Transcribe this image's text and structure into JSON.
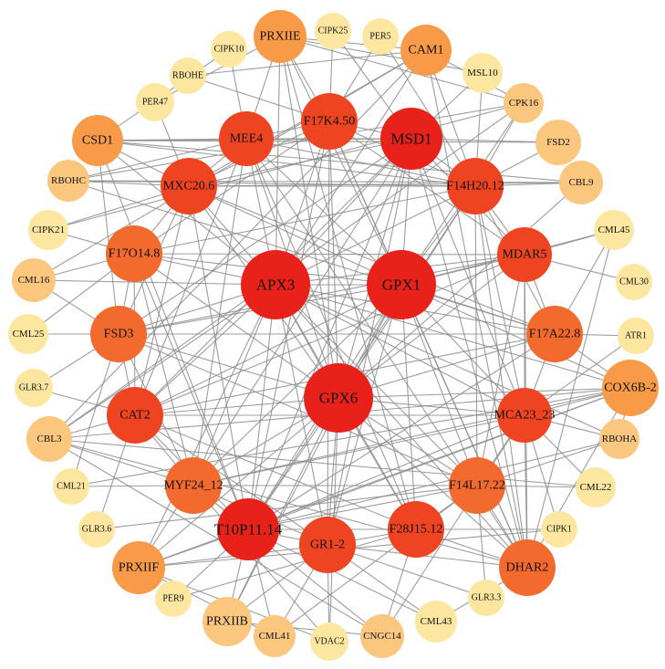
{
  "colors": {
    "edge": "#8c8c8c",
    "level_1": "#fde7a0",
    "level_2": "#fbc67e",
    "level_3": "#f89a47",
    "level_4": "#f26a2d",
    "level_5": "#ee4422",
    "level_6": "#e8221a"
  },
  "nodes": [
    {
      "id": "PRXIIE",
      "label": "PRXIIE",
      "level": 3
    },
    {
      "id": "CIPK25",
      "label": "CIPK25",
      "level": 1
    },
    {
      "id": "PER5",
      "label": "PER5",
      "level": 1
    },
    {
      "id": "CAM1",
      "label": "CAM1",
      "level": 3
    },
    {
      "id": "CIPK10",
      "label": "CIPK10",
      "level": 1
    },
    {
      "id": "MSL10",
      "label": "MSL10",
      "level": 1
    },
    {
      "id": "RBOHE",
      "label": "RBOHE",
      "level": 1
    },
    {
      "id": "CPK16",
      "label": "CPK16",
      "level": 2
    },
    {
      "id": "PER47",
      "label": "PER47",
      "level": 1
    },
    {
      "id": "F17K4.50",
      "label": "F17K4.50",
      "level": 5
    },
    {
      "id": "MEE4",
      "label": "MEE4",
      "level": 5
    },
    {
      "id": "MSD1",
      "label": "MSD1",
      "level": 6
    },
    {
      "id": "CSD1",
      "label": "CSD1",
      "level": 3
    },
    {
      "id": "FSD2",
      "label": "FSD2",
      "level": 2
    },
    {
      "id": "RBOHC",
      "label": "RBOHC",
      "level": 2
    },
    {
      "id": "MXC20.6",
      "label": "MXC20.6",
      "level": 5
    },
    {
      "id": "F14H20.12",
      "label": "F14H20.12",
      "level": 5
    },
    {
      "id": "CBL9",
      "label": "CBL9",
      "level": 2
    },
    {
      "id": "CIPK21",
      "label": "CIPK21",
      "level": 1
    },
    {
      "id": "CML45",
      "label": "CML45",
      "level": 1
    },
    {
      "id": "F17O14.8",
      "label": "F17O14.8",
      "level": 4
    },
    {
      "id": "MDAR5",
      "label": "MDAR5",
      "level": 5
    },
    {
      "id": "CML16",
      "label": "CML16",
      "level": 2
    },
    {
      "id": "APX3",
      "label": "APX3",
      "level": 6
    },
    {
      "id": "GPX1",
      "label": "GPX1",
      "level": 6
    },
    {
      "id": "CML30",
      "label": "CML30",
      "level": 1
    },
    {
      "id": "CML25",
      "label": "CML25",
      "level": 1
    },
    {
      "id": "FSD3",
      "label": "FSD3",
      "level": 4
    },
    {
      "id": "F17A22.8",
      "label": "F17A22.8",
      "level": 4
    },
    {
      "id": "ATR1",
      "label": "ATR1",
      "level": 1
    },
    {
      "id": "GLR3.7",
      "label": "GLR3.7",
      "level": 1
    },
    {
      "id": "GPX6",
      "label": "GPX6",
      "level": 6
    },
    {
      "id": "COX6B-2",
      "label": "COX6B-2",
      "level": 3
    },
    {
      "id": "CAT2",
      "label": "CAT2",
      "level": 5
    },
    {
      "id": "MCA23_23",
      "label": "MCA23_23",
      "level": 5
    },
    {
      "id": "CBL3",
      "label": "CBL3",
      "level": 2
    },
    {
      "id": "RBOHA",
      "label": "RBOHA",
      "level": 2
    },
    {
      "id": "MYF24_12",
      "label": "MYF24_12",
      "level": 4
    },
    {
      "id": "F14L17.22",
      "label": "F14L17.22",
      "level": 4
    },
    {
      "id": "CML22",
      "label": "CML22",
      "level": 1
    },
    {
      "id": "CML21",
      "label": "CML21",
      "level": 1
    },
    {
      "id": "GLR3.6",
      "label": "GLR3.6",
      "level": 1
    },
    {
      "id": "T10P11.14",
      "label": "T10P11.14",
      "level": 6
    },
    {
      "id": "GR1-2",
      "label": "GR1-2",
      "level": 5
    },
    {
      "id": "F28J15.12",
      "label": "F28J15.12",
      "level": 5
    },
    {
      "id": "CIPK1",
      "label": "CIPK1",
      "level": 1
    },
    {
      "id": "PRXIIF",
      "label": "PRXIIF",
      "level": 3
    },
    {
      "id": "DHAR2",
      "label": "DHAR2",
      "level": 4
    },
    {
      "id": "GLR3.3",
      "label": "GLR3.3",
      "level": 1
    },
    {
      "id": "PER9",
      "label": "PER9",
      "level": 1
    },
    {
      "id": "PRXIIB",
      "label": "PRXIIB",
      "level": 2
    },
    {
      "id": "CML41",
      "label": "CML41",
      "level": 2
    },
    {
      "id": "VDAC2",
      "label": "VDAC2",
      "level": 1
    },
    {
      "id": "CNGC14",
      "label": "CNGC14",
      "level": 2
    },
    {
      "id": "CML43",
      "label": "CML43",
      "level": 1
    }
  ],
  "edges": [
    [
      "APX3",
      "GPX1"
    ],
    [
      "APX3",
      "GPX6"
    ],
    [
      "GPX1",
      "GPX6"
    ],
    [
      "APX3",
      "MSD1"
    ],
    [
      "APX3",
      "MEE4"
    ],
    [
      "APX3",
      "F17K4.50"
    ],
    [
      "APX3",
      "MXC20.6"
    ],
    [
      "APX3",
      "F14H20.12"
    ],
    [
      "APX3",
      "F17O14.8"
    ],
    [
      "APX3",
      "FSD3"
    ],
    [
      "APX3",
      "CAT2"
    ],
    [
      "APX3",
      "MDAR5"
    ],
    [
      "APX3",
      "F17A22.8"
    ],
    [
      "APX3",
      "MCA23_23"
    ],
    [
      "APX3",
      "MYF24_12"
    ],
    [
      "APX3",
      "T10P11.14"
    ],
    [
      "APX3",
      "GR1-2"
    ],
    [
      "APX3",
      "F28J15.12"
    ],
    [
      "APX3",
      "F14L17.22"
    ],
    [
      "APX3",
      "DHAR2"
    ],
    [
      "APX3",
      "PRXIIE"
    ],
    [
      "APX3",
      "CSD1"
    ],
    [
      "APX3",
      "CAM1"
    ],
    [
      "APX3",
      "COX6B-2"
    ],
    [
      "APX3",
      "CBL3"
    ],
    [
      "APX3",
      "PRXIIF"
    ],
    [
      "APX3",
      "CML16"
    ],
    [
      "APX3",
      "RBOHA"
    ],
    [
      "GPX1",
      "MSD1"
    ],
    [
      "GPX1",
      "MEE4"
    ],
    [
      "GPX1",
      "F17K4.50"
    ],
    [
      "GPX1",
      "MXC20.6"
    ],
    [
      "GPX1",
      "F14H20.12"
    ],
    [
      "GPX1",
      "F17O14.8"
    ],
    [
      "GPX1",
      "FSD3"
    ],
    [
      "GPX1",
      "CAT2"
    ],
    [
      "GPX1",
      "MDAR5"
    ],
    [
      "GPX1",
      "F17A22.8"
    ],
    [
      "GPX1",
      "MCA23_23"
    ],
    [
      "GPX1",
      "MYF24_12"
    ],
    [
      "GPX1",
      "T10P11.14"
    ],
    [
      "GPX1",
      "GR1-2"
    ],
    [
      "GPX1",
      "F28J15.12"
    ],
    [
      "GPX1",
      "F14L17.22"
    ],
    [
      "GPX1",
      "DHAR2"
    ],
    [
      "GPX1",
      "PRXIIE"
    ],
    [
      "GPX1",
      "CPK16"
    ],
    [
      "GPX1",
      "CML45"
    ],
    [
      "GPX1",
      "COX6B-2"
    ],
    [
      "GPX1",
      "PRXIIB"
    ],
    [
      "GPX6",
      "MSD1"
    ],
    [
      "GPX6",
      "MEE4"
    ],
    [
      "GPX6",
      "F17K4.50"
    ],
    [
      "GPX6",
      "MXC20.6"
    ],
    [
      "GPX6",
      "F14H20.12"
    ],
    [
      "GPX6",
      "F17O14.8"
    ],
    [
      "GPX6",
      "FSD3"
    ],
    [
      "GPX6",
      "CAT2"
    ],
    [
      "GPX6",
      "MDAR5"
    ],
    [
      "GPX6",
      "F17A22.8"
    ],
    [
      "GPX6",
      "MCA23_23"
    ],
    [
      "GPX6",
      "MYF24_12"
    ],
    [
      "GPX6",
      "T10P11.14"
    ],
    [
      "GPX6",
      "GR1-2"
    ],
    [
      "GPX6",
      "F28J15.12"
    ],
    [
      "GPX6",
      "F14L17.22"
    ],
    [
      "GPX6",
      "DHAR2"
    ],
    [
      "GPX6",
      "PRXIIE"
    ],
    [
      "GPX6",
      "PRXIIF"
    ],
    [
      "GPX6",
      "PRXIIB"
    ],
    [
      "GPX6",
      "COX6B-2"
    ],
    [
      "GPX6",
      "VDAC2"
    ],
    [
      "GPX6",
      "CBL9"
    ],
    [
      "MSD1",
      "MEE4"
    ],
    [
      "MSD1",
      "F17K4.50"
    ],
    [
      "MSD1",
      "MXC20.6"
    ],
    [
      "MSD1",
      "F14H20.12"
    ],
    [
      "MSD1",
      "FSD3"
    ],
    [
      "MSD1",
      "CAT2"
    ],
    [
      "MSD1",
      "MDAR5"
    ],
    [
      "MSD1",
      "MCA23_23"
    ],
    [
      "MSD1",
      "T10P11.14"
    ],
    [
      "MSD1",
      "GR1-2"
    ],
    [
      "MSD1",
      "DHAR2"
    ],
    [
      "MSD1",
      "CSD1"
    ],
    [
      "MSD1",
      "FSD2"
    ],
    [
      "MSD1",
      "PRXIIF"
    ],
    [
      "MEE4",
      "F17K4.50"
    ],
    [
      "MEE4",
      "MXC20.6"
    ],
    [
      "MEE4",
      "F14H20.12"
    ],
    [
      "MEE4",
      "CAT2"
    ],
    [
      "MEE4",
      "MYF24_12"
    ],
    [
      "MEE4",
      "F28J15.12"
    ],
    [
      "MEE4",
      "PRXIIE"
    ],
    [
      "MEE4",
      "CSD1"
    ],
    [
      "MEE4",
      "DHAR2"
    ],
    [
      "F17K4.50",
      "MXC20.6"
    ],
    [
      "F17K4.50",
      "F14H20.12"
    ],
    [
      "F17K4.50",
      "F17O14.8"
    ],
    [
      "F17K4.50",
      "MDAR5"
    ],
    [
      "F17K4.50",
      "T10P11.14"
    ],
    [
      "F17K4.50",
      "GR1-2"
    ],
    [
      "F17K4.50",
      "PRXIIE"
    ],
    [
      "F17K4.50",
      "CIPK25"
    ],
    [
      "F17K4.50",
      "DHAR2"
    ],
    [
      "MXC20.6",
      "F14H20.12"
    ],
    [
      "MXC20.6",
      "F17O14.8"
    ],
    [
      "MXC20.6",
      "FSD3"
    ],
    [
      "MXC20.6",
      "CAT2"
    ],
    [
      "MXC20.6",
      "F17A22.8"
    ],
    [
      "MXC20.6",
      "T10P11.14"
    ],
    [
      "MXC20.6",
      "CSD1"
    ],
    [
      "MXC20.6",
      "RBOHC"
    ],
    [
      "MXC20.6",
      "CBL9"
    ],
    [
      "F14H20.12",
      "F17O14.8"
    ],
    [
      "F14H20.12",
      "MDAR5"
    ],
    [
      "F14H20.12",
      "F17A22.8"
    ],
    [
      "F14H20.12",
      "MCA23_23"
    ],
    [
      "F14H20.12",
      "F14L17.22"
    ],
    [
      "F14H20.12",
      "T10P11.14"
    ],
    [
      "F14H20.12",
      "CAM1"
    ],
    [
      "F14H20.12",
      "MSL10"
    ],
    [
      "F14H20.12",
      "CPK16"
    ],
    [
      "F14H20.12",
      "RBOHC"
    ],
    [
      "F14H20.12",
      "CSD1"
    ],
    [
      "F14H20.12",
      "PER5"
    ],
    [
      "F14H20.12",
      "DHAR2"
    ],
    [
      "F17O14.8",
      "FSD3"
    ],
    [
      "F17O14.8",
      "CAT2"
    ],
    [
      "F17O14.8",
      "MYF24_12"
    ],
    [
      "F17O14.8",
      "T10P11.14"
    ],
    [
      "F17O14.8",
      "CML16"
    ],
    [
      "F17O14.8",
      "CIPK21"
    ],
    [
      "F17O14.8",
      "MDAR5"
    ],
    [
      "MDAR5",
      "F17A22.8"
    ],
    [
      "MDAR5",
      "MCA23_23"
    ],
    [
      "MDAR5",
      "F14L17.22"
    ],
    [
      "MDAR5",
      "CML45"
    ],
    [
      "MDAR5",
      "FSD3"
    ],
    [
      "MDAR5",
      "DHAR2"
    ],
    [
      "MDAR5",
      "CAT2"
    ],
    [
      "FSD3",
      "CAT2"
    ],
    [
      "FSD3",
      "MYF24_12"
    ],
    [
      "FSD3",
      "F17A22.8"
    ],
    [
      "FSD3",
      "CML25"
    ],
    [
      "FSD3",
      "GLR3.7"
    ],
    [
      "FSD3",
      "CSD1"
    ],
    [
      "FSD3",
      "F14L17.22"
    ],
    [
      "F17A22.8",
      "MCA23_23"
    ],
    [
      "F17A22.8",
      "ATR1"
    ],
    [
      "F17A22.8",
      "COX6B-2"
    ],
    [
      "F17A22.8",
      "T10P11.14"
    ],
    [
      "F17A22.8",
      "CAT2"
    ],
    [
      "CAT2",
      "MYF24_12"
    ],
    [
      "CAT2",
      "T10P11.14"
    ],
    [
      "CAT2",
      "GR1-2"
    ],
    [
      "CAT2",
      "CBL3"
    ],
    [
      "CAT2",
      "MCA23_23"
    ],
    [
      "CAT2",
      "F28J15.12"
    ],
    [
      "MCA23_23",
      "F14L17.22"
    ],
    [
      "MCA23_23",
      "T10P11.14"
    ],
    [
      "MCA23_23",
      "DHAR2"
    ],
    [
      "MCA23_23",
      "RBOHA"
    ],
    [
      "MCA23_23",
      "COX6B-2"
    ],
    [
      "MCA23_23",
      "MYF24_12"
    ],
    [
      "MYF24_12",
      "T10P11.14"
    ],
    [
      "MYF24_12",
      "GR1-2"
    ],
    [
      "MYF24_12",
      "F14L17.22"
    ],
    [
      "MYF24_12",
      "CML21"
    ],
    [
      "MYF24_12",
      "CBL3"
    ],
    [
      "MYF24_12",
      "COX6B-2"
    ],
    [
      "MYF24_12",
      "CNGC14"
    ],
    [
      "F14L17.22",
      "F28J15.12"
    ],
    [
      "F14L17.22",
      "DHAR2"
    ],
    [
      "F14L17.22",
      "CML22"
    ],
    [
      "F14L17.22",
      "T10P11.14"
    ],
    [
      "F14L17.22",
      "GLR3.6"
    ],
    [
      "T10P11.14",
      "GR1-2"
    ],
    [
      "T10P11.14",
      "F28J15.12"
    ],
    [
      "T10P11.14",
      "PRXIIF"
    ],
    [
      "T10P11.14",
      "PRXIIB"
    ],
    [
      "T10P11.14",
      "CML41"
    ],
    [
      "T10P11.14",
      "COX6B-2"
    ],
    [
      "T10P11.14",
      "RBOHA"
    ],
    [
      "GR1-2",
      "F28J15.12"
    ],
    [
      "GR1-2",
      "DHAR2"
    ],
    [
      "GR1-2",
      "PRXIIF"
    ],
    [
      "GR1-2",
      "VDAC2"
    ],
    [
      "GR1-2",
      "CML43"
    ],
    [
      "GR1-2",
      "GLR3.3"
    ],
    [
      "F28J15.12",
      "DHAR2"
    ],
    [
      "F28J15.12",
      "CNGC14"
    ],
    [
      "F28J15.12",
      "CIPK1"
    ],
    [
      "F28J15.12",
      "PER9"
    ],
    [
      "DHAR2",
      "CAM1"
    ],
    [
      "DHAR2",
      "CML43"
    ],
    [
      "DHAR2",
      "COX6B-2"
    ],
    [
      "DHAR2",
      "CML45"
    ],
    [
      "PRXIIE",
      "CAM1"
    ],
    [
      "PRXIIE",
      "PER47"
    ],
    [
      "PRXIIE",
      "CPK16"
    ],
    [
      "PRXIIE",
      "F28J15.12"
    ],
    [
      "PRXIIE",
      "MSL10"
    ],
    [
      "CSD1",
      "CBL9"
    ],
    [
      "CSD1",
      "FSD2"
    ],
    [
      "CSD1",
      "T10P11.14"
    ],
    [
      "CSD1",
      "CIPK10"
    ],
    [
      "CAM1",
      "CPK16"
    ],
    [
      "CAM1",
      "RBOHE"
    ],
    [
      "CAM1",
      "CBL3"
    ],
    [
      "CAM1",
      "CML16"
    ],
    [
      "CAM1",
      "MXC20.6"
    ],
    [
      "CPK16",
      "RBOHC"
    ],
    [
      "CPK16",
      "CIPK21"
    ],
    [
      "CPK16",
      "CBL3"
    ],
    [
      "RBOHC",
      "CBL9"
    ],
    [
      "RBOHC",
      "F17A22.8"
    ],
    [
      "COX6B-2",
      "PRXIIF"
    ],
    [
      "COX6B-2",
      "CML21"
    ],
    [
      "COX6B-2",
      "CBL3"
    ],
    [
      "COX6B-2",
      "RBOHA"
    ],
    [
      "CBL3",
      "CML22"
    ],
    [
      "CBL3",
      "DHAR2"
    ],
    [
      "CBL3",
      "CNGC14"
    ],
    [
      "PRXIIF",
      "VDAC2"
    ],
    [
      "PRXIIF",
      "CIPK1"
    ],
    [
      "PRXIIF",
      "CML41"
    ],
    [
      "PRXIIB",
      "CNGC14"
    ],
    [
      "PRXIIB",
      "GR1-2"
    ],
    [
      "CML41",
      "F14L17.22"
    ],
    [
      "CNGC14",
      "MCA23_23"
    ],
    [
      "CML43",
      "T10P11.14"
    ],
    [
      "VDAC2",
      "MYF24_12"
    ],
    [
      "CML30",
      "MDAR5"
    ],
    [
      "CML45",
      "F17A22.8"
    ],
    [
      "ATR1",
      "MCA23_23"
    ],
    [
      "RBOHA",
      "F14L17.22"
    ],
    [
      "CIPK1",
      "MCA23_23"
    ],
    [
      "CML22",
      "MCA23_23"
    ],
    [
      "GLR3.3",
      "F14L17.22"
    ],
    [
      "GLR3.6",
      "CAT2"
    ],
    [
      "CML21",
      "FSD3"
    ],
    [
      "GLR3.7",
      "CAT2"
    ],
    [
      "CML25",
      "F17O14.8"
    ],
    [
      "CML16",
      "FSD3"
    ],
    [
      "CIPK21",
      "MXC20.6"
    ],
    [
      "RBOHC",
      "MEE4"
    ],
    [
      "PER47",
      "MXC20.6"
    ],
    [
      "RBOHE",
      "F17K4.50"
    ],
    [
      "CIPK10",
      "MEE4"
    ],
    [
      "CIPK25",
      "MSD1"
    ],
    [
      "PER5",
      "F17K4.50"
    ],
    [
      "MSL10",
      "MSD1"
    ],
    [
      "FSD2",
      "F14H20.12"
    ],
    [
      "CBL9",
      "F14H20.12"
    ],
    [
      "PER9",
      "T10P11.14"
    ],
    [
      "CML41",
      "GR1-2"
    ]
  ]
}
